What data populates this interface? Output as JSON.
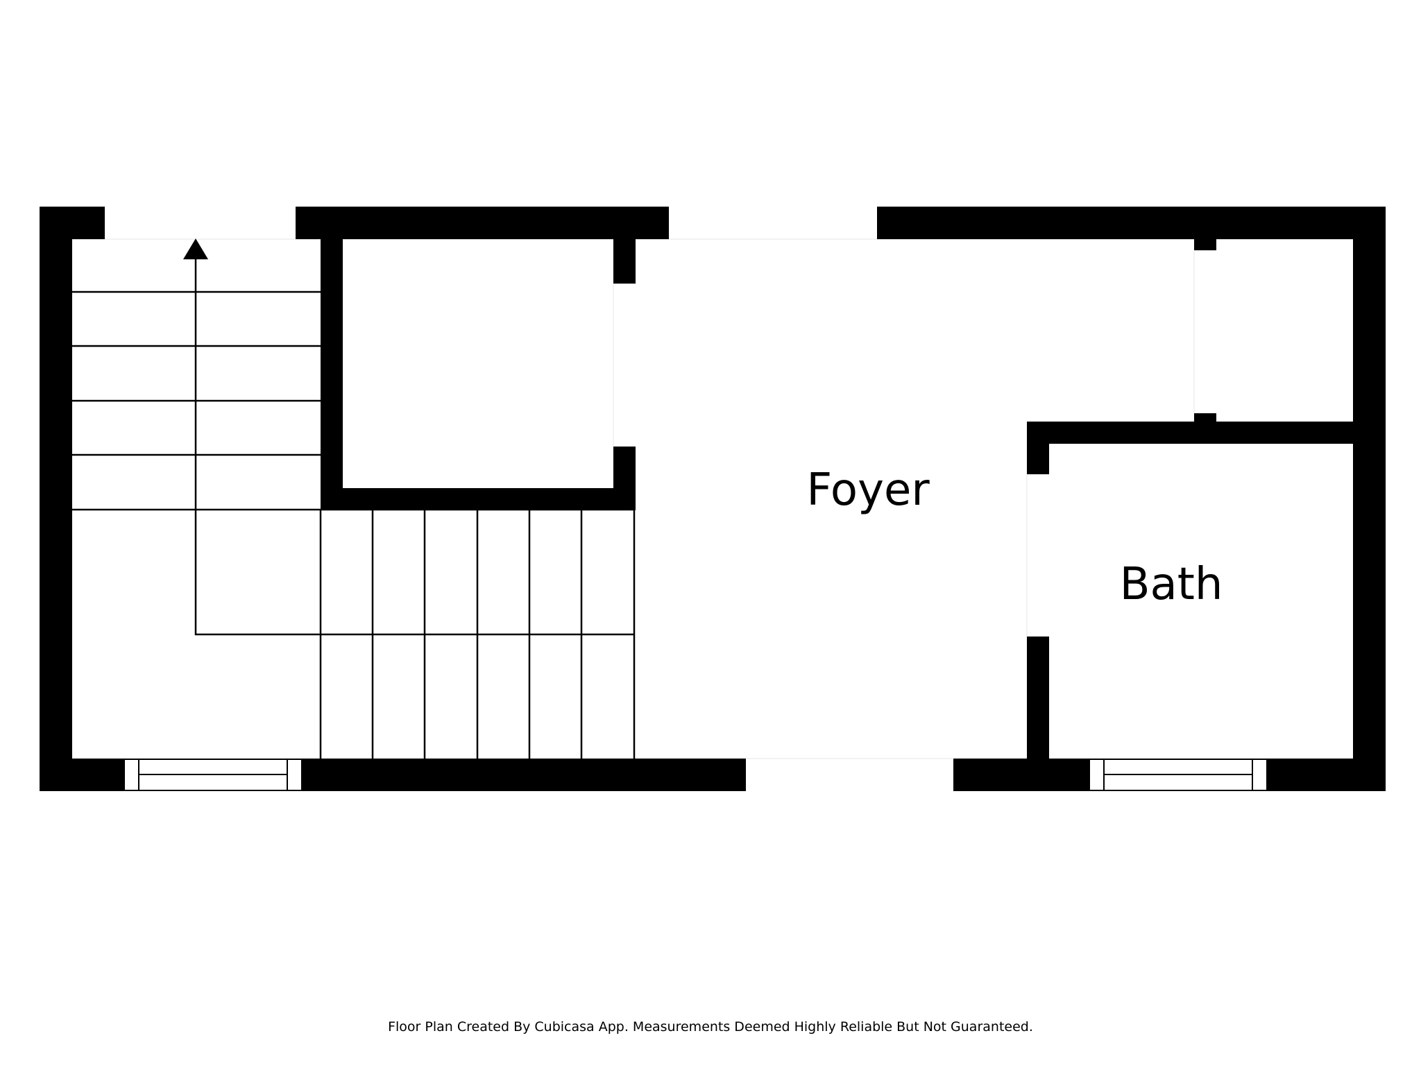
{
  "rooms": {
    "foyer": "Foyer",
    "bath": "Bath"
  },
  "footer": "Floor Plan Created By Cubicasa App. Measurements Deemed Highly Reliable But Not Guaranteed.",
  "colors": {
    "wall": "#000000",
    "background": "#ffffff"
  },
  "features": [
    "staircase-up-arrow",
    "windows",
    "door-openings"
  ]
}
